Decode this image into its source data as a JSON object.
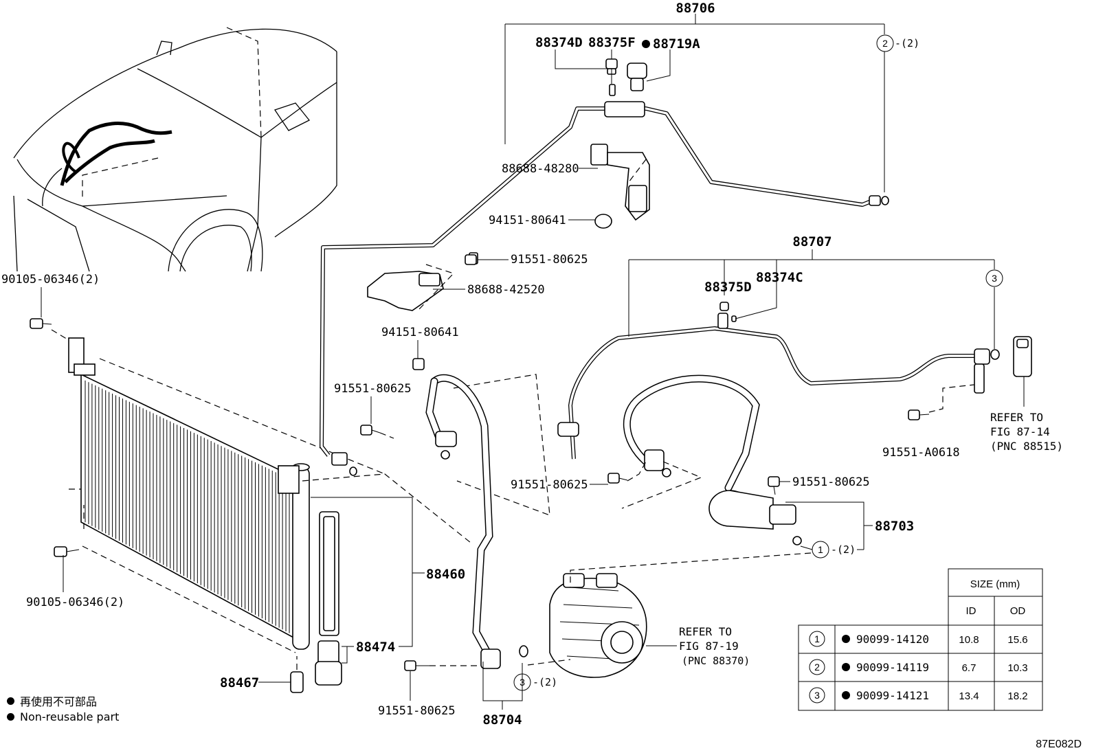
{
  "labels": {
    "p88706": "88706",
    "p88374D": "88374D",
    "p88375F": "88375F",
    "p88719A": "88719A",
    "p88688_48280": "88688-48280",
    "p94151_80641_a": "94151-80641",
    "p91551_80625_a": "91551-80625",
    "p88688_42520": "88688-42520",
    "p94151_80641_b": "94151-80641",
    "p91551_80625_b": "91551-80625",
    "p88707": "88707",
    "p88375D": "88375D",
    "p88374C": "88374C",
    "p91551_A0618": "91551-A0618",
    "p91551_80625_c": "91551-80625",
    "p91551_80625_d": "91551-80625",
    "p88703": "88703",
    "p90105_06346_a": "90105-06346(2)",
    "p90105_06346_b": "90105-06346(2)",
    "p88460": "88460",
    "p88474": "88474",
    "p88467": "88467",
    "p91551_80625_e": "91551-80625",
    "p88704": "88704",
    "ref1_l1": "REFER TO",
    "ref1_l2": "FIG 87-14",
    "ref1_l3": "(PNC 88515)",
    "ref2_l1": "REFER TO",
    "ref2_l2": "FIG 87-19",
    "ref2_l3": "(PNC 88370)",
    "qty2": "-(2)",
    "c1": "1",
    "c2": "2",
    "c3": "3"
  },
  "table": {
    "header": "SIZE (mm)",
    "col_id": "ID",
    "col_od": "OD",
    "rows": [
      {
        "num": "1",
        "part": "90099-14120",
        "id": "10.8",
        "od": "15.6"
      },
      {
        "num": "2",
        "part": "90099-14119",
        "id": "6.7",
        "od": "10.3"
      },
      {
        "num": "3",
        "part": "90099-14121",
        "id": "13.4",
        "od": "18.2"
      }
    ]
  },
  "legend": {
    "ja": "再使用不可部品",
    "en": "Non-reusable part"
  },
  "figure_code": "87E082D"
}
